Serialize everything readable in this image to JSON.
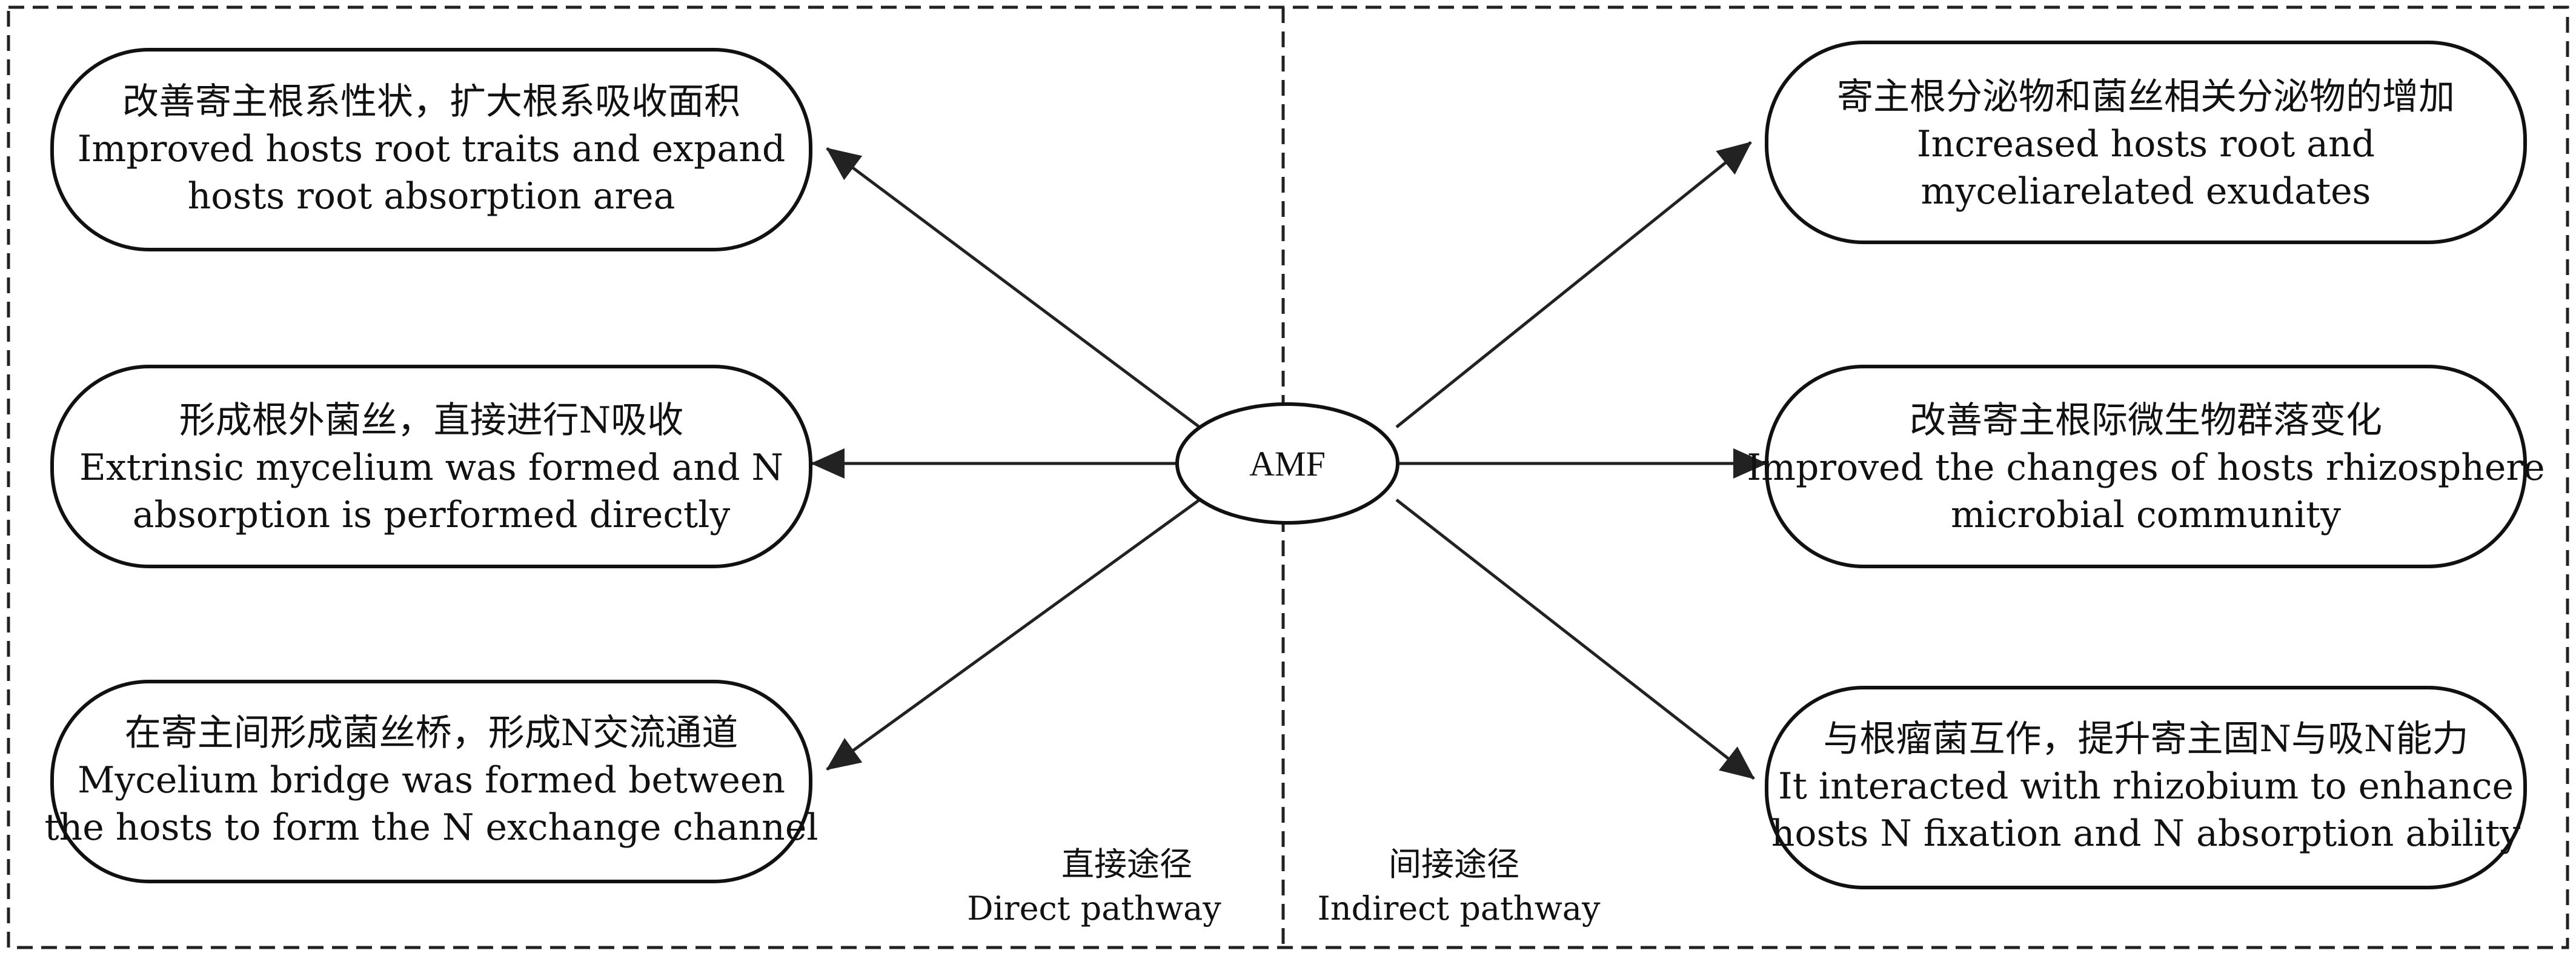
{
  "center": {
    "label": "AMF"
  },
  "direct": {
    "pathway_cn": "直接途径",
    "pathway_en": "Direct pathway",
    "boxes": [
      {
        "lines": [
          "改善寄主根系性状，扩大根系吸收面积",
          "Improved hosts root traits and expand",
          "hosts root absorption area"
        ]
      },
      {
        "lines": [
          "形成根外菌丝，直接进行N吸收",
          "Extrinsic mycelium was formed and N",
          "absorption is performed directly"
        ]
      },
      {
        "lines": [
          "在寄主间形成菌丝桥，形成N交流通道",
          "Mycelium bridge was formed between",
          "the hosts to form the N exchange channel"
        ]
      }
    ]
  },
  "indirect": {
    "pathway_cn": "间接途径",
    "pathway_en": "Indirect pathway",
    "boxes": [
      {
        "lines": [
          "寄主根分泌物和菌丝相关分泌物的增加",
          "Increased hosts root and",
          "myceliarelated exudates"
        ]
      },
      {
        "lines": [
          "改善寄主根际微生物群落变化",
          "Improved the changes of hosts rhizosphere",
          "microbial community"
        ]
      },
      {
        "lines": [
          "与根瘤菌互作，提升寄主固N与吸N能力",
          "It interacted with rhizobium to enhance",
          "hosts N fixation and N absorption ability"
        ]
      }
    ]
  }
}
